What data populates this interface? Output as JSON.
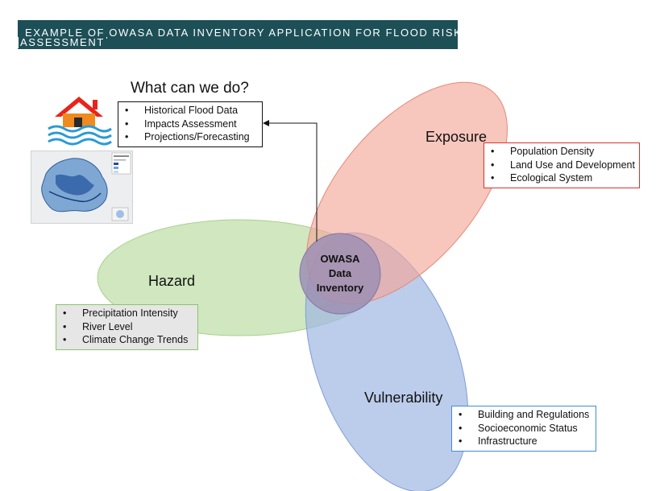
{
  "banner": {
    "line1": "EXAMPLE OF OWASA DATA INVENTORY APPLICATION FOR FLOOD RISK",
    "line2": "ASSESSMENT"
  },
  "what_we_do": {
    "title": "What can we do?",
    "items": [
      "Historical Flood Data",
      "Impacts Assessment",
      "Projections/Forecasting"
    ]
  },
  "center": {
    "lines": [
      "OWASA",
      "Data",
      "Inventory"
    ]
  },
  "exposure": {
    "label": "Exposure",
    "items": [
      "Population Density",
      "Land Use and Development",
      "Ecological System"
    ]
  },
  "hazard": {
    "label": "Hazard",
    "items": [
      "Precipitation Intensity",
      "River Level",
      "Climate Change Trends"
    ]
  },
  "vulnerability": {
    "label": "Vulnerability",
    "items": [
      "Building and Regulations",
      "Socioeconomic Status",
      "Infrastructure"
    ]
  },
  "colors": {
    "banner": "#1d4f57",
    "exposure_fill": "#f2a899",
    "hazard_fill": "#c8e3b4",
    "vulnerability_fill": "#9fb6e3",
    "center_fill": "#9e8fb4",
    "house_roof": "#e8251a",
    "house_body": "#f08a1e",
    "water": "#2a9ad6"
  },
  "icons": {
    "house": "flooded-house-icon",
    "map": "flood-map-thumbnail"
  }
}
